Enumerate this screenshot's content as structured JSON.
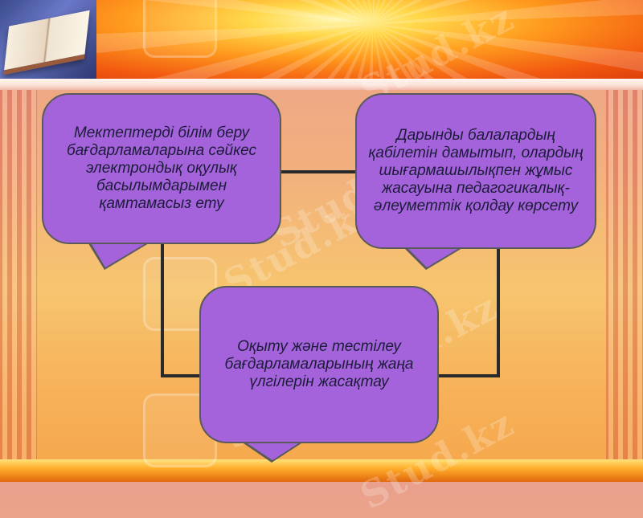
{
  "watermark": {
    "text": "Stud.kz"
  },
  "diagram": {
    "nodes": [
      {
        "id": "node-1",
        "text": "Мектептерді білім беру бағдарламаларына сәйкес электрондық оқулық басылымдарымен қамтамасыз ету"
      },
      {
        "id": "node-2",
        "text": "Дарынды балалардың қабілетін дамытып, олардың шығармашылықпен жұмыс жасауына педагогикалық-әлеуметтік қолдау көрсету"
      },
      {
        "id": "node-3",
        "text": "Оқыту және тестілеу бағдарламаларының жаңа үлгілерін жасақтау"
      }
    ],
    "colors": {
      "node_fill": "#a463db",
      "node_border": "#5a5a5a",
      "connector": "#2a2a2a",
      "text": "#1c1c3a"
    }
  }
}
